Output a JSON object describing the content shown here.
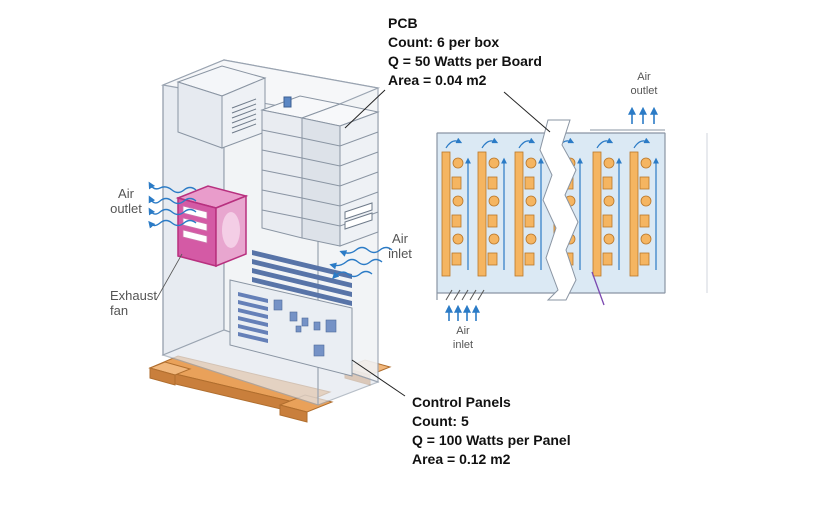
{
  "pcb_callout": {
    "title": "PCB",
    "count": "Count: 6 per box",
    "q": "Q = 50 Watts per Board",
    "area": "Area = 0.04 m2"
  },
  "control_callout": {
    "title": "Control Panels",
    "count": "Count: 5",
    "q": "Q = 100 Watts per Panel",
    "area": "Area = 0.12 m2"
  },
  "cabinet_labels": {
    "air_outlet_1": "Air",
    "air_outlet_2": "outlet",
    "air_inlet_1": "Air",
    "air_inlet_2": "inlet",
    "exhaust_1": "Exhaust",
    "exhaust_2": "fan"
  },
  "board_labels": {
    "air_outlet_1": "Air",
    "air_outlet_2": "outlet",
    "air_inlet_1": "Air",
    "air_inlet_2": "inlet"
  },
  "colors": {
    "cabinet_fill": "#eef1f5",
    "cabinet_stroke": "#9aa4b1",
    "fan_magenta": "#d0409a",
    "fan_fill": "#e8a6cf",
    "vent_blue": "#4f6fa8",
    "pallet": "#e9a15a",
    "board_bg": "#d9e9f5",
    "component_orange": "#f5b561",
    "airflow_blue": "#2b7bc6"
  }
}
